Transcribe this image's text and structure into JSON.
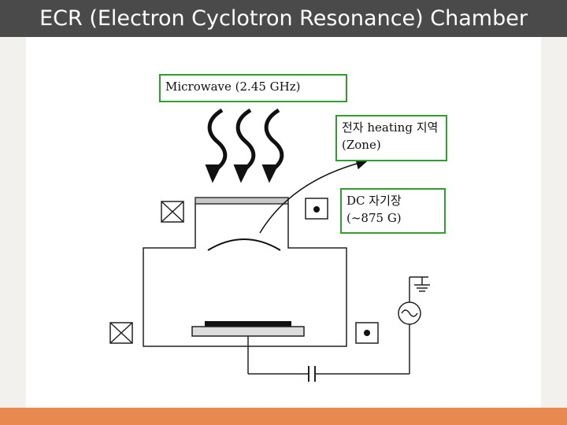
{
  "slide": {
    "title": "ECR (Electron Cyclotron Resonance) Chamber",
    "colors": {
      "title_bar": "#4a4a4a",
      "accent_bar": "#e88a4f",
      "label_border": "#2f9e2f"
    }
  },
  "labels": {
    "microwave": "Microwave (2.45 GHz)",
    "heating_line1": "전자 heating 지역",
    "heating_line2": "(Zone)",
    "dc_line1": "DC 자기장",
    "dc_line2": "(~875 G)"
  },
  "icons": [
    "microwave-arrow-icon",
    "coil-cross-icon",
    "coil-dot-icon",
    "ground-icon",
    "ac-source-icon",
    "capacitor-icon"
  ]
}
